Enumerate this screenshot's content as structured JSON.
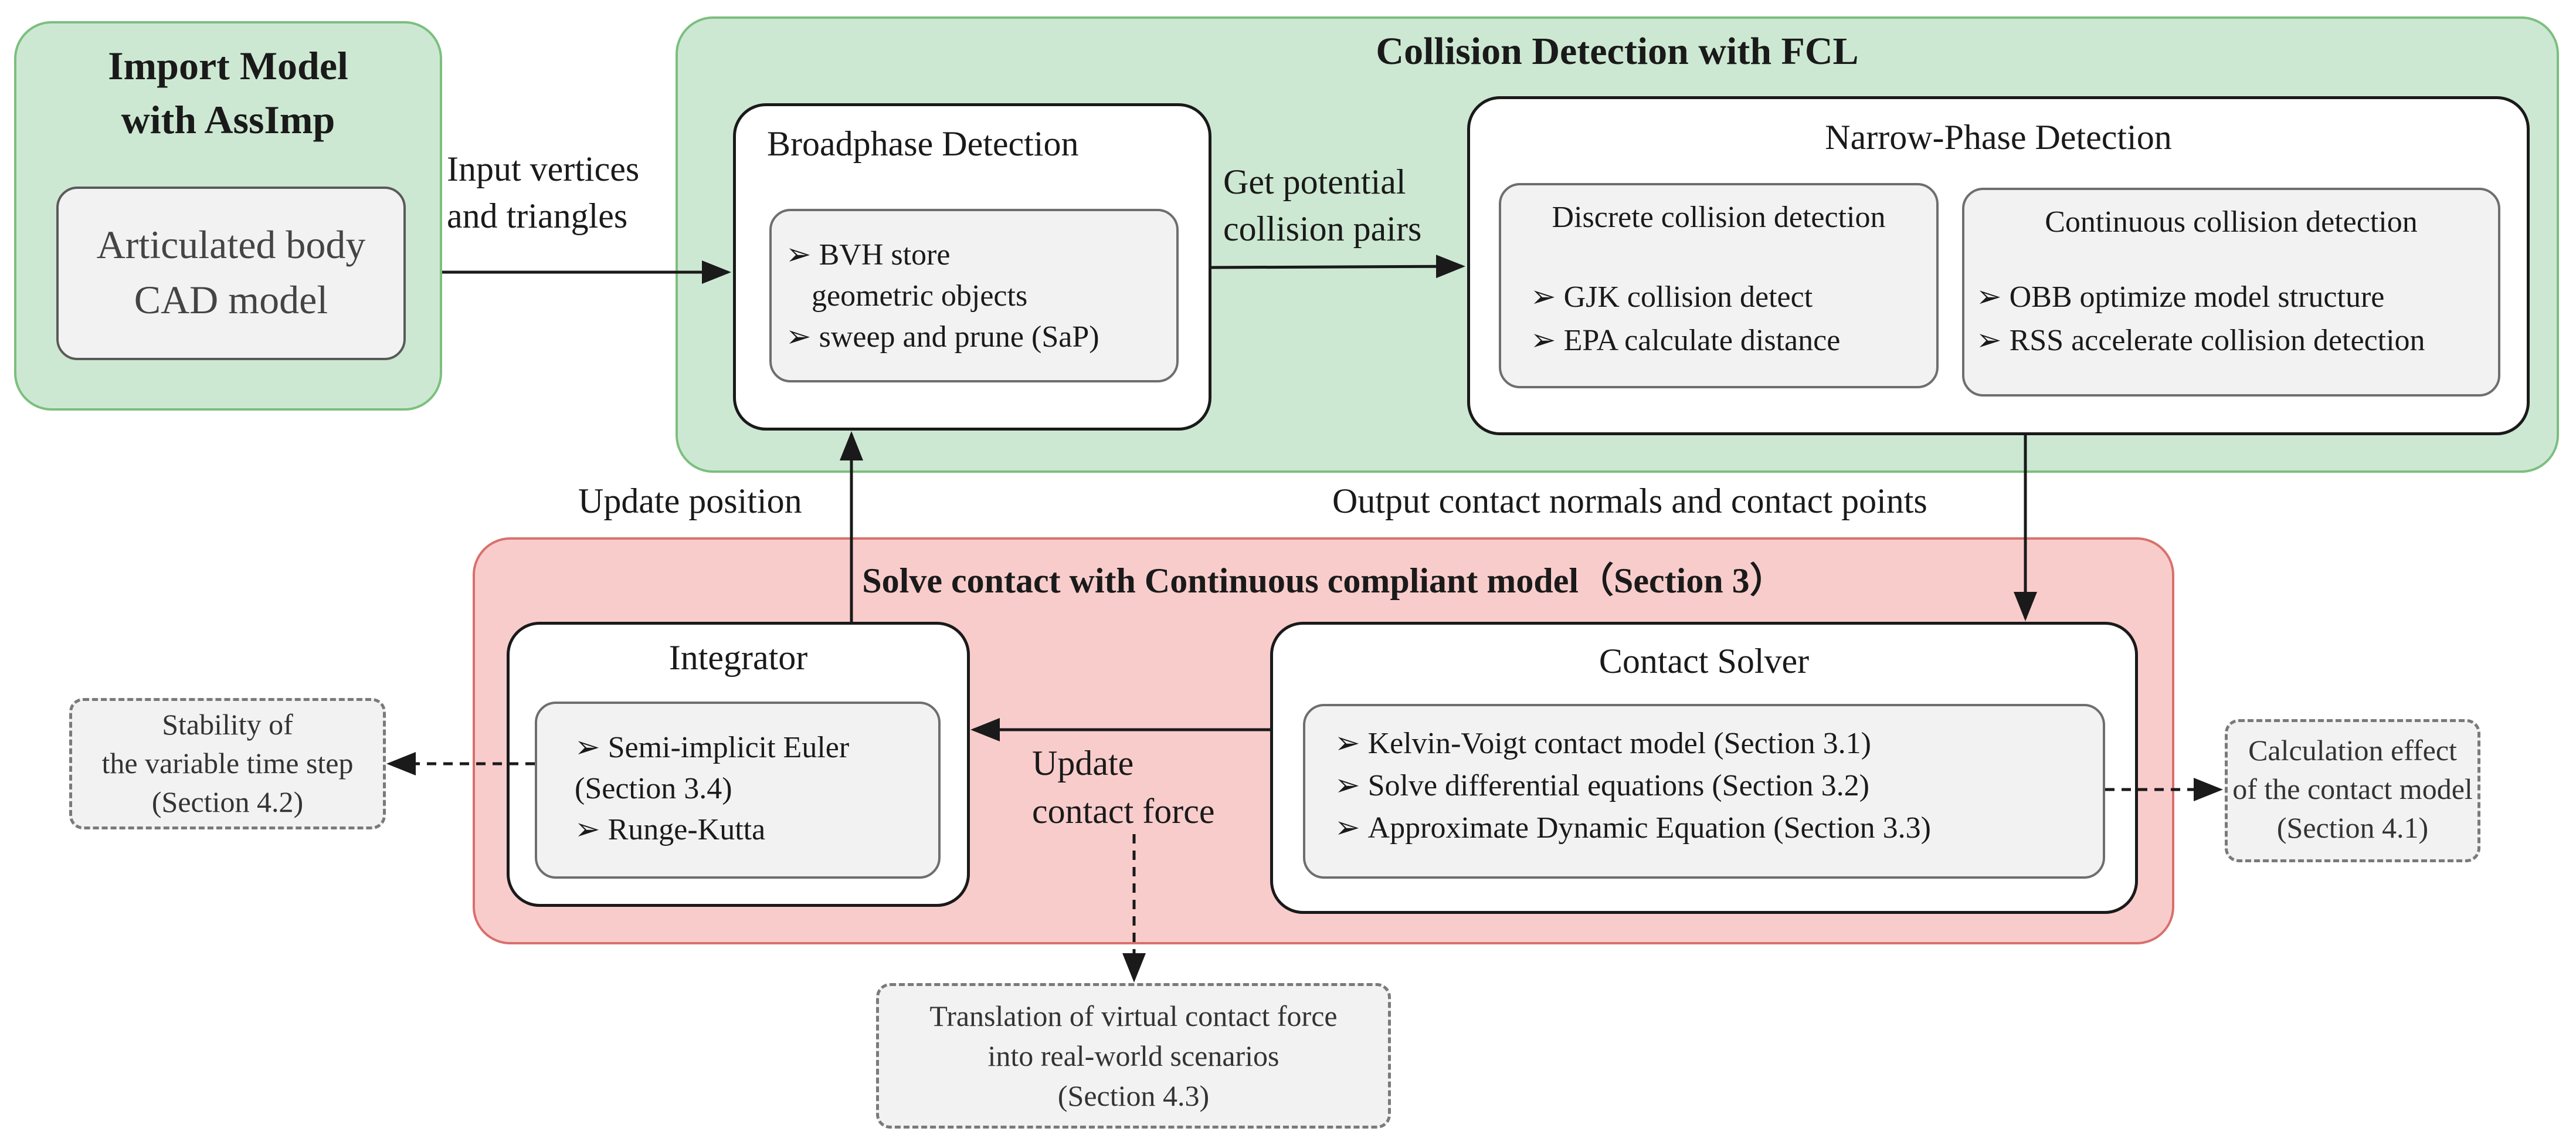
{
  "import_model": {
    "title_lines": [
      "Import Model",
      "with AssImp"
    ],
    "inner_lines": [
      "Articulated body",
      "CAD model"
    ]
  },
  "fcl": {
    "title": "Collision Detection with FCL",
    "broadphase": {
      "title": "Broadphase Detection",
      "item1_lines": [
        "BVH  store",
        "geometric objects"
      ],
      "item2": "sweep and prune (SaP)"
    },
    "narrowphase": {
      "title": "Narrow-Phase Detection",
      "discrete": {
        "title": "Discrete collision detection",
        "items": [
          "GJK collision detect",
          "EPA calculate distance"
        ]
      },
      "continuous": {
        "title": "Continuous collision detection",
        "items": [
          "OBB optimize model structure",
          "RSS accelerate collision detection"
        ]
      }
    }
  },
  "solve": {
    "title": "Solve contact with Continuous compliant model（Section 3）",
    "integrator": {
      "title": "Integrator",
      "item1_lines": [
        "Semi-implicit Euler",
        "(Section 3.4)"
      ],
      "item2": "Runge-Kutta"
    },
    "contact_solver": {
      "title": "Contact Solver",
      "items": [
        "Kelvin-Voigt contact model (Section 3.1)",
        "Solve differential equations (Section 3.2)",
        "Approximate Dynamic Equation (Section 3.3)"
      ]
    }
  },
  "labels": {
    "input_lines": [
      "Input vertices",
      "and triangles"
    ],
    "potential_lines": [
      "Get potential",
      "collision pairs"
    ],
    "update_position": "Update position",
    "output_contact": "Output contact normals and contact points",
    "update_force_lines": [
      "Update",
      "contact force"
    ]
  },
  "notes": {
    "stability_lines": [
      "Stability of",
      "the variable time step",
      "(Section 4.2)"
    ],
    "calculation_lines": [
      "Calculation effect",
      "of the contact model",
      "(Section 4.1)"
    ],
    "translation_lines": [
      "Translation of virtual contact force",
      "into real-world scenarios",
      "(Section 4.3)"
    ]
  }
}
